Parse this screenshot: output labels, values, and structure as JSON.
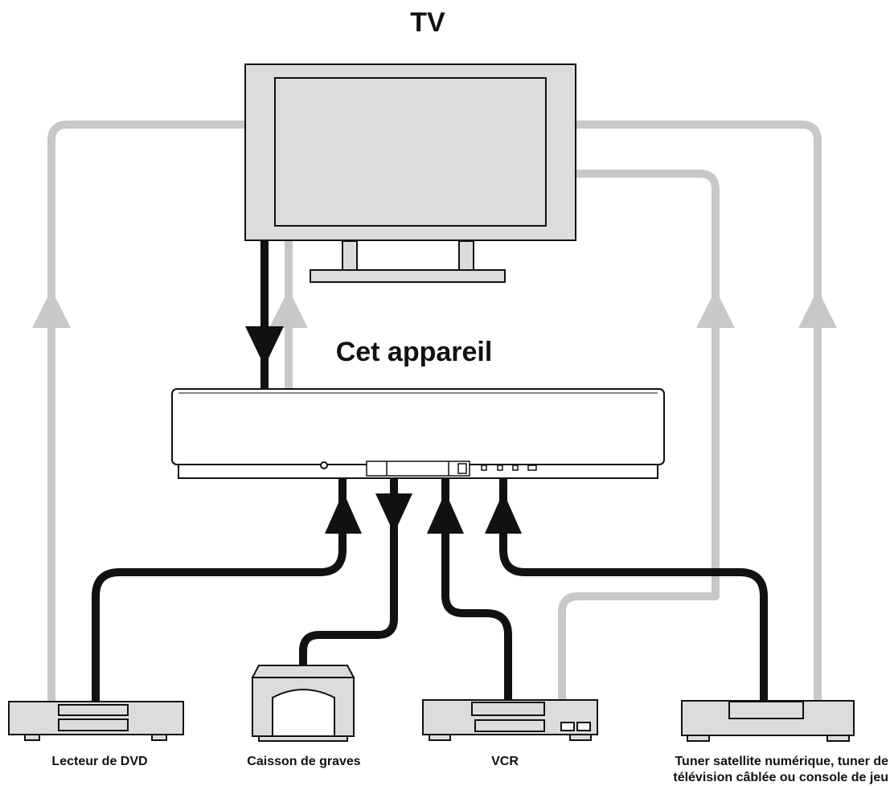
{
  "diagram": {
    "title": "TV",
    "center_label": "Cet appareil",
    "devices": {
      "dvd": "Lecteur de DVD",
      "subwoofer": "Caisson de graves",
      "vcr": "VCR",
      "tuner_line1": "Tuner satellite numérique, tuner de",
      "tuner_line2": "télévision câblée ou console de jeu"
    },
    "colors": {
      "device_fill": "#dcdcdc",
      "outline": "#111111",
      "video_cable": "#c8c8c8",
      "audio_cable": "#111111"
    }
  }
}
